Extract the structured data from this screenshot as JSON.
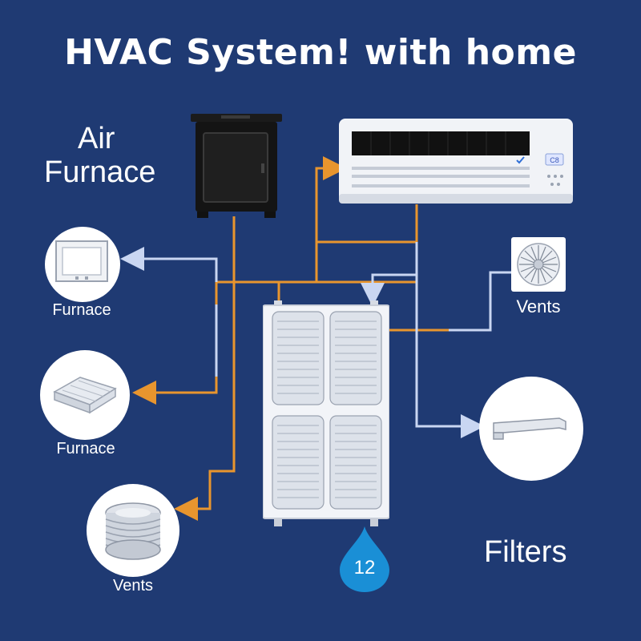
{
  "title": "HVAC System! with home",
  "air_label": {
    "line1": "Air",
    "line2": "Furnace"
  },
  "components": [
    {
      "label": "Furnace",
      "icon": "air-filter-frame-icon"
    },
    {
      "label": "Furnace",
      "icon": "filter-box-icon"
    },
    {
      "label": "Vents",
      "icon": "round-vent-icon"
    },
    {
      "label": "Vents",
      "icon": "fan-grille-icon"
    },
    {
      "label": "Filters",
      "icon": "duct-pipe-icon"
    }
  ],
  "unit_display": "C8",
  "drop_number": "12",
  "colors": {
    "background": "#1f3a73",
    "orange_line": "#e8952e",
    "light_line": "#c9d6f2",
    "drop": "#1a8fd6"
  }
}
